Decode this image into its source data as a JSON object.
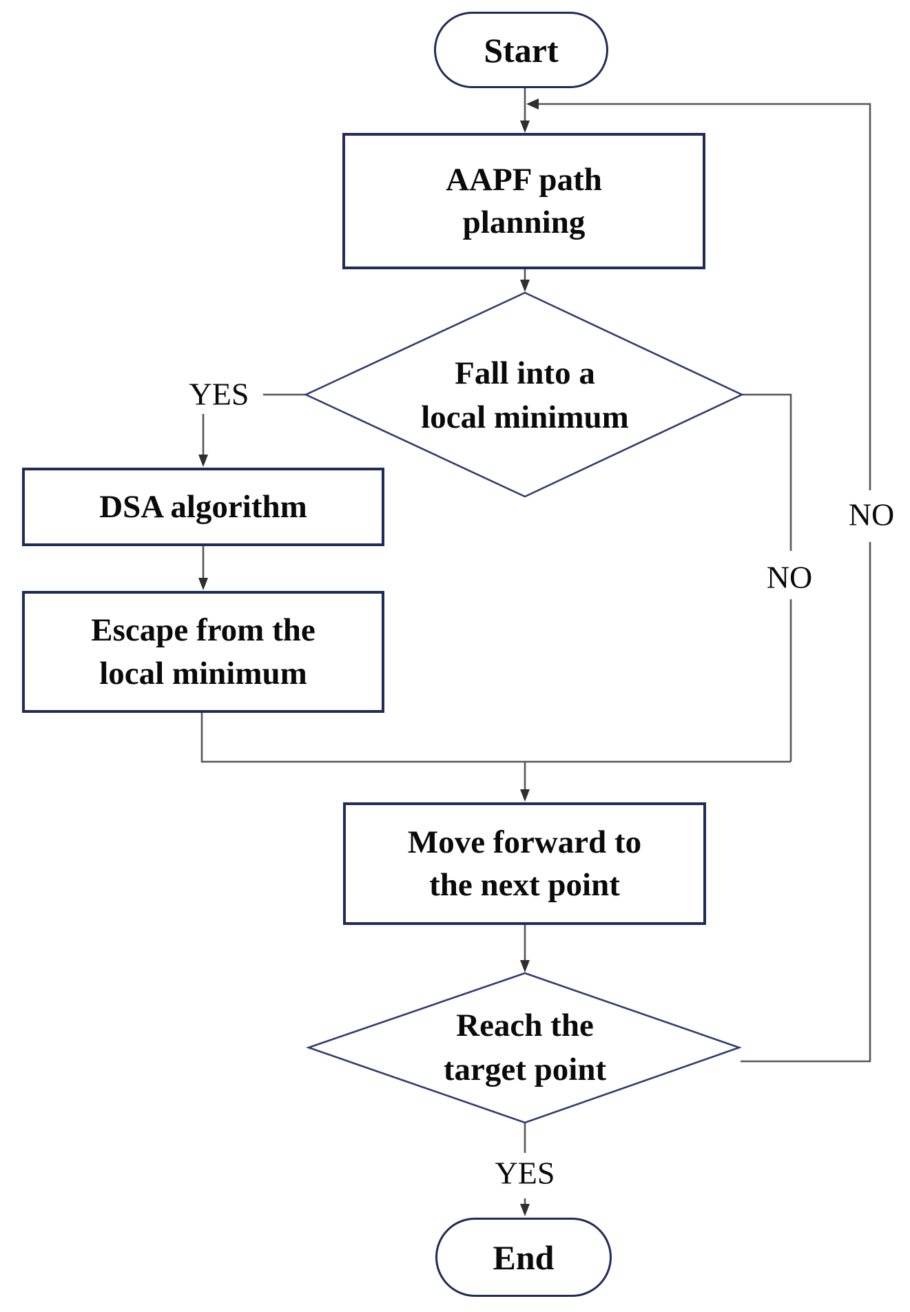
{
  "flowchart": {
    "nodes": {
      "start": {
        "type": "terminator",
        "label": "Start"
      },
      "aapf": {
        "type": "process",
        "label": "AAPF path\nplanning"
      },
      "decision_minimum": {
        "type": "decision",
        "label": "Fall into a\nlocal minimum"
      },
      "dsa": {
        "type": "process",
        "label": "DSA algorithm"
      },
      "escape": {
        "type": "process",
        "label": "Escape from the\nlocal minimum"
      },
      "move": {
        "type": "process",
        "label": "Move forward to\nthe next point"
      },
      "decision_target": {
        "type": "decision",
        "label": "Reach the\ntarget point"
      },
      "end": {
        "type": "terminator",
        "label": "End"
      }
    },
    "edge_labels": {
      "yes_minimum": "YES",
      "no_minimum": "NO",
      "no_target": "NO",
      "yes_target": "YES"
    },
    "colors": {
      "shape_border": "#1f2b58",
      "diamond_border": "#2e3c6e",
      "connector": "#565656",
      "arrowhead": "#2f2f2f",
      "text": "#0a0a0a",
      "background": "#ffffff"
    }
  }
}
